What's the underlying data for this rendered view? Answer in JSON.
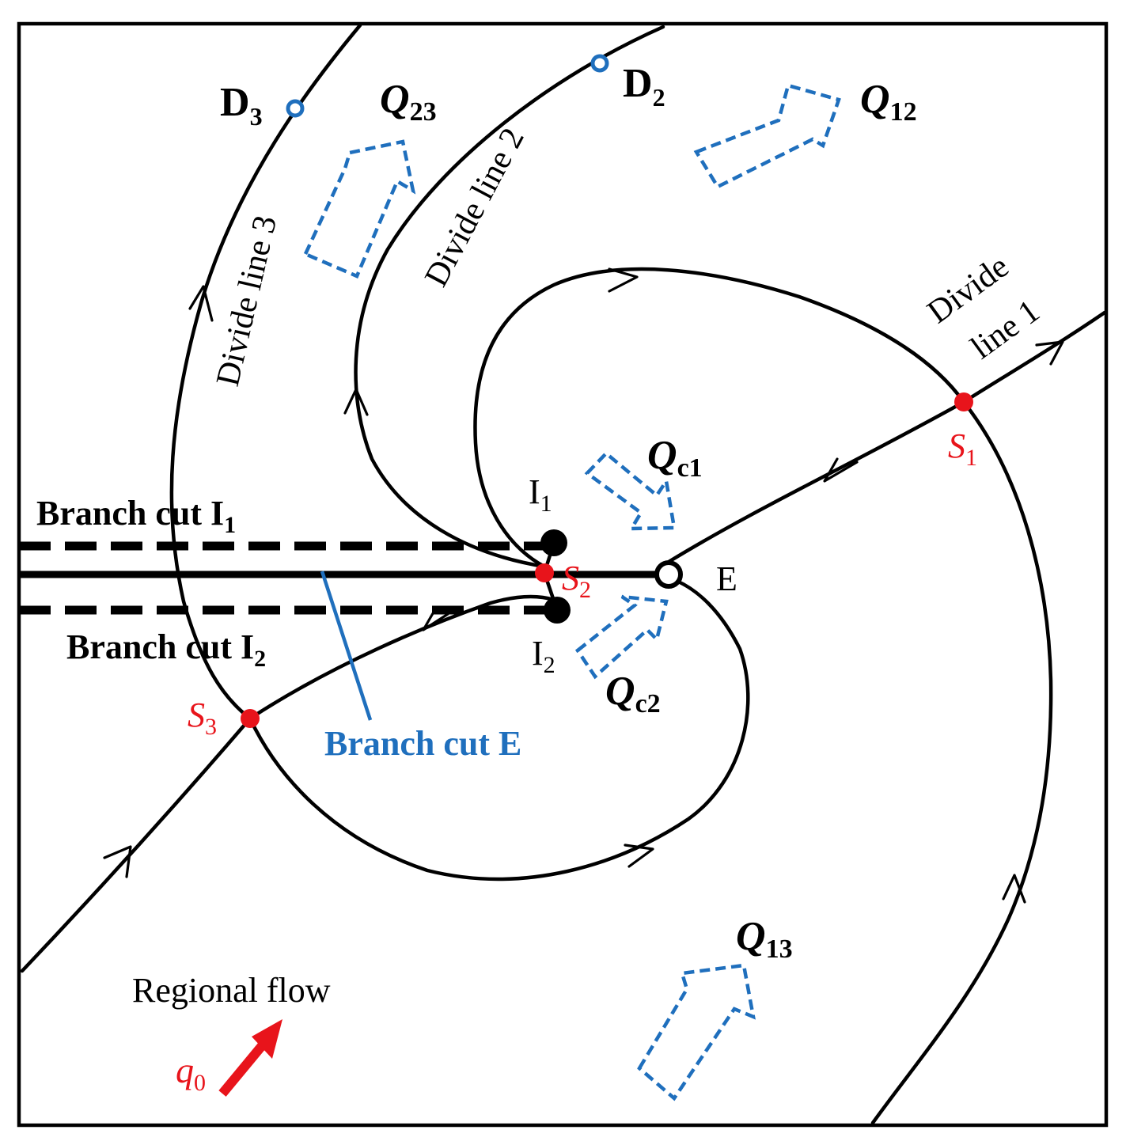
{
  "colors": {
    "stagnation": "#e8141b",
    "divide_point": "#1f6fbd",
    "flow_arrow": "#1f6fbd",
    "branch_cut_e": "#1f6fbd",
    "regional_flow_arrow": "#e8141b",
    "lines": "#000000"
  },
  "labels": {
    "d3": {
      "main": "D",
      "sub": "3"
    },
    "d2": {
      "main": "D",
      "sub": "2"
    },
    "q23": {
      "main": "Q",
      "sub": "23"
    },
    "q12": {
      "main": "Q",
      "sub": "12"
    },
    "qc1": {
      "main": "Q",
      "sub": "c1"
    },
    "qc2": {
      "main": "Q",
      "sub": "c2"
    },
    "q13": {
      "main": "Q",
      "sub": "13"
    },
    "divide_line_3": "Divide line 3",
    "divide_line_2": "Divide line 2",
    "divide_line_1_a": "Divide",
    "divide_line_1_b": "line 1",
    "s1": {
      "main": "S",
      "sub": "1"
    },
    "s2": {
      "main": "S",
      "sub": "2"
    },
    "s3": {
      "main": "S",
      "sub": "3"
    },
    "i1": {
      "main": "I",
      "sub": "1"
    },
    "i2": {
      "main": "I",
      "sub": "2"
    },
    "e": "E",
    "branch_cut_i1": {
      "main": "Branch cut I",
      "sub": "1"
    },
    "branch_cut_i2": {
      "main": "Branch cut I",
      "sub": "2"
    },
    "branch_cut_e": "Branch cut E",
    "regional_flow": "Regional flow",
    "q0": {
      "main": "q",
      "sub": "0"
    }
  }
}
